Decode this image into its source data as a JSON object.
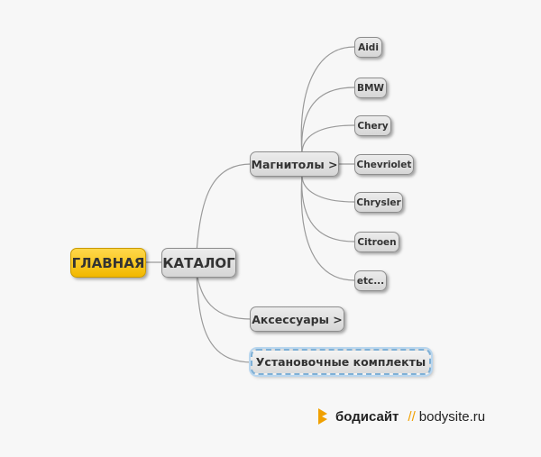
{
  "root": {
    "label": "ГЛАВНАЯ"
  },
  "catalog": {
    "label": "КАТАЛОГ"
  },
  "branches": {
    "magnitoly": "Магнитолы >",
    "accessories": "Аксессуары >",
    "kits": "Установочные комплекты"
  },
  "brands": [
    "Aidi",
    "BMW",
    "Chery",
    "Chevriolet",
    "Chrysler",
    "Citroen",
    "etc..."
  ],
  "footer": {
    "brand_name": "бодисайт",
    "separator": "//",
    "site": "bodysite.ru"
  },
  "colors": {
    "root_fill": "#f5c000",
    "node_fill": "#dcdcdc",
    "highlight_border": "#7fb0d6",
    "logo": "#f0a000"
  }
}
